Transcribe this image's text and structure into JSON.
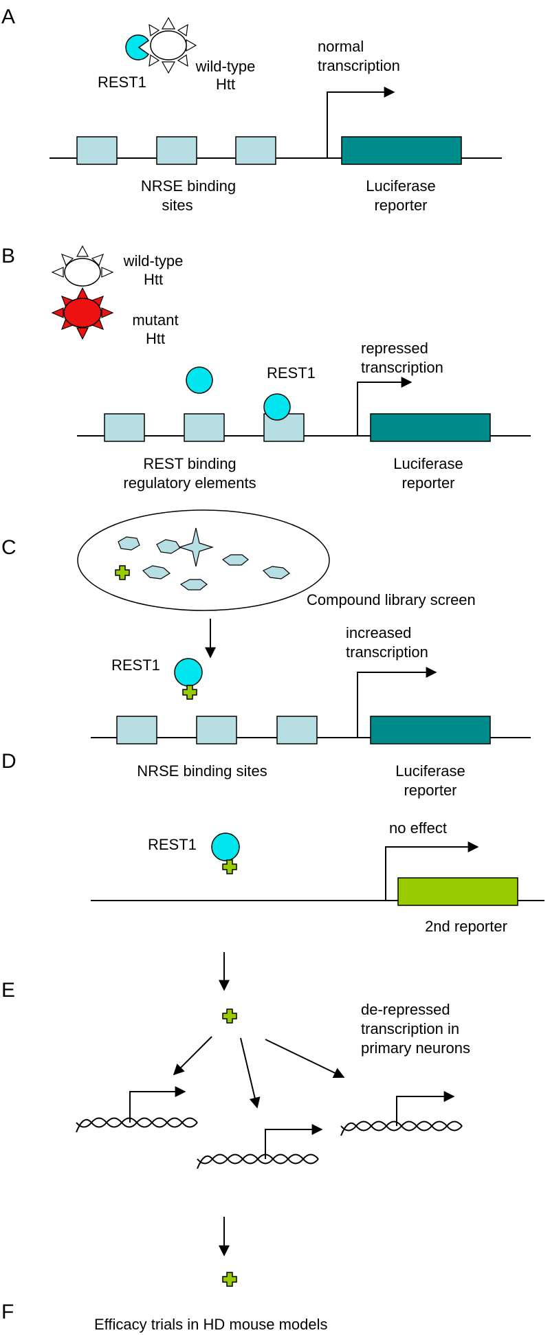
{
  "panels": {
    "a": {
      "letter": "A",
      "rest_label": "REST1",
      "htt_label_1": "wild-type",
      "htt_label_2": "Htt",
      "transcription_1": "normal",
      "transcription_2": "transcription",
      "sites_1": "NRSE binding",
      "sites_2": "sites",
      "reporter_1": "Luciferase",
      "reporter_2": "reporter"
    },
    "b": {
      "letter": "B",
      "wt_1": "wild-type",
      "wt_2": "Htt",
      "mut_1": "mutant",
      "mut_2": "Htt",
      "rest_label": "REST1",
      "transcription_1": "repressed",
      "transcription_2": "transcription",
      "elements_1": "REST binding",
      "elements_2": "regulatory elements",
      "reporter_1": "Luciferase",
      "reporter_2": "reporter"
    },
    "c": {
      "letter": "C",
      "screen_label": "Compound library screen",
      "rest_label": "REST1",
      "transcription_1": "increased",
      "transcription_2": "transcription",
      "sites": "NRSE binding sites",
      "reporter_1": "Luciferase",
      "reporter_2": "reporter"
    },
    "d": {
      "letter": "D",
      "rest_label": "REST1",
      "effect": "no effect",
      "reporter": "2nd  reporter"
    },
    "e": {
      "letter": "E",
      "text_1": "de-repressed",
      "text_2": "transcription in",
      "text_3": "primary neurons"
    },
    "f": {
      "letter": "F",
      "text": "Efficacy trials in HD mouse models"
    }
  },
  "colors": {
    "binding_site": "#b7dfe3",
    "luciferase": "#008b8b",
    "second_reporter": "#99cc00",
    "rest1": "#00e5ee",
    "mutant_htt": "#ee1111",
    "compound": "#99cc00"
  }
}
